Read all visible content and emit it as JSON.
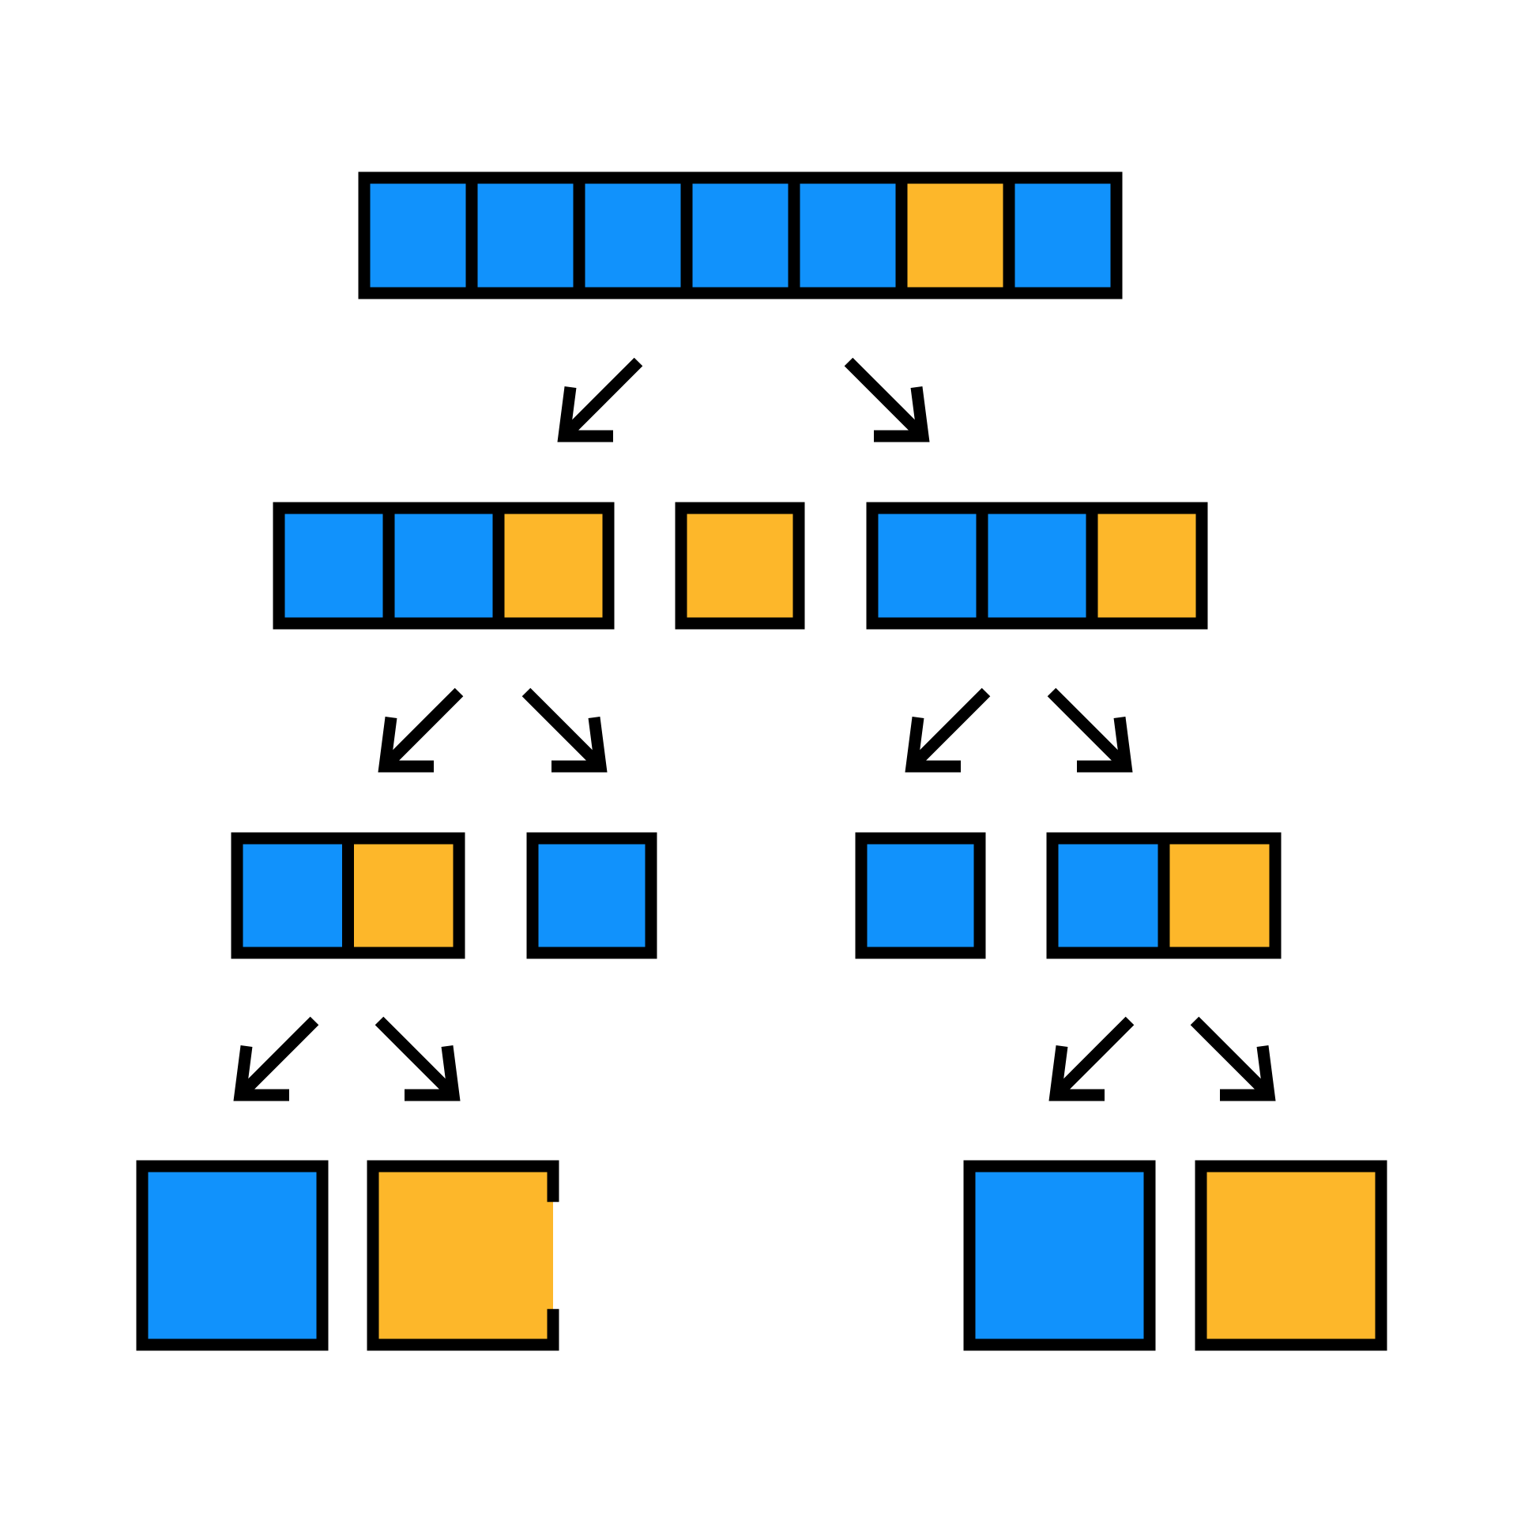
{
  "colors": {
    "background": "#ffffff",
    "stroke": "#000000",
    "cell_colors": {
      "B": "#1192fc",
      "Y": "#fdb72a"
    }
  },
  "diagram": {
    "levels": [
      {
        "arrays": [
          {
            "id": "root",
            "cells": [
              "B",
              "B",
              "B",
              "B",
              "B",
              "Y",
              "B"
            ]
          }
        ]
      },
      {
        "arrays": [
          {
            "id": "left",
            "cells": [
              "B",
              "B",
              "Y"
            ]
          },
          {
            "id": "pivot",
            "cells": [
              "Y"
            ]
          },
          {
            "id": "right",
            "cells": [
              "B",
              "B",
              "Y"
            ]
          }
        ]
      },
      {
        "arrays": [
          {
            "id": "left-left",
            "cells": [
              "B",
              "Y"
            ]
          },
          {
            "id": "left-right",
            "cells": [
              "B"
            ]
          },
          {
            "id": "right-left",
            "cells": [
              "B"
            ]
          },
          {
            "id": "right-right",
            "cells": [
              "B",
              "Y"
            ]
          }
        ]
      },
      {
        "arrays": [
          {
            "id": "left-left-left",
            "cells": [
              "B"
            ]
          },
          {
            "id": "left-left-right",
            "cells": [
              "Y"
            ],
            "open_right_side": true
          },
          {
            "id": "right-right-left",
            "cells": [
              "B"
            ]
          },
          {
            "id": "right-right-right",
            "cells": [
              "Y"
            ]
          }
        ]
      }
    ],
    "arrows": [
      {
        "from": "root",
        "to": "left",
        "direction": "down-left"
      },
      {
        "from": "root",
        "to": "right",
        "direction": "down-right"
      },
      {
        "from": "left",
        "to": "left-left",
        "direction": "down-left"
      },
      {
        "from": "left",
        "to": "left-right",
        "direction": "down-right"
      },
      {
        "from": "right",
        "to": "right-left",
        "direction": "down-left"
      },
      {
        "from": "right",
        "to": "right-right",
        "direction": "down-right"
      },
      {
        "from": "left-left",
        "to": "left-left-left",
        "direction": "down-left"
      },
      {
        "from": "left-left",
        "to": "left-left-right",
        "direction": "down-right"
      },
      {
        "from": "right-right",
        "to": "right-right-left",
        "direction": "down-left"
      },
      {
        "from": "right-right",
        "to": "right-right-right",
        "direction": "down-right"
      }
    ]
  }
}
